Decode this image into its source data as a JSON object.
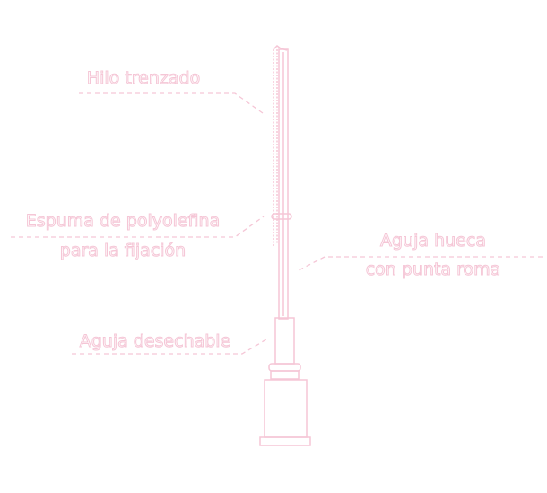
{
  "labels": {
    "braided_thread": "Hilo trenzado",
    "foam_line1": "Espuma de polyolefina",
    "foam_line2": "para la fijación",
    "hollow_needle_line1": "Aguja hueca",
    "hollow_needle_line2": "con punta roma",
    "disposable_needle": "Aguja desechable"
  },
  "colors": {
    "line": "#f5c6d6"
  }
}
